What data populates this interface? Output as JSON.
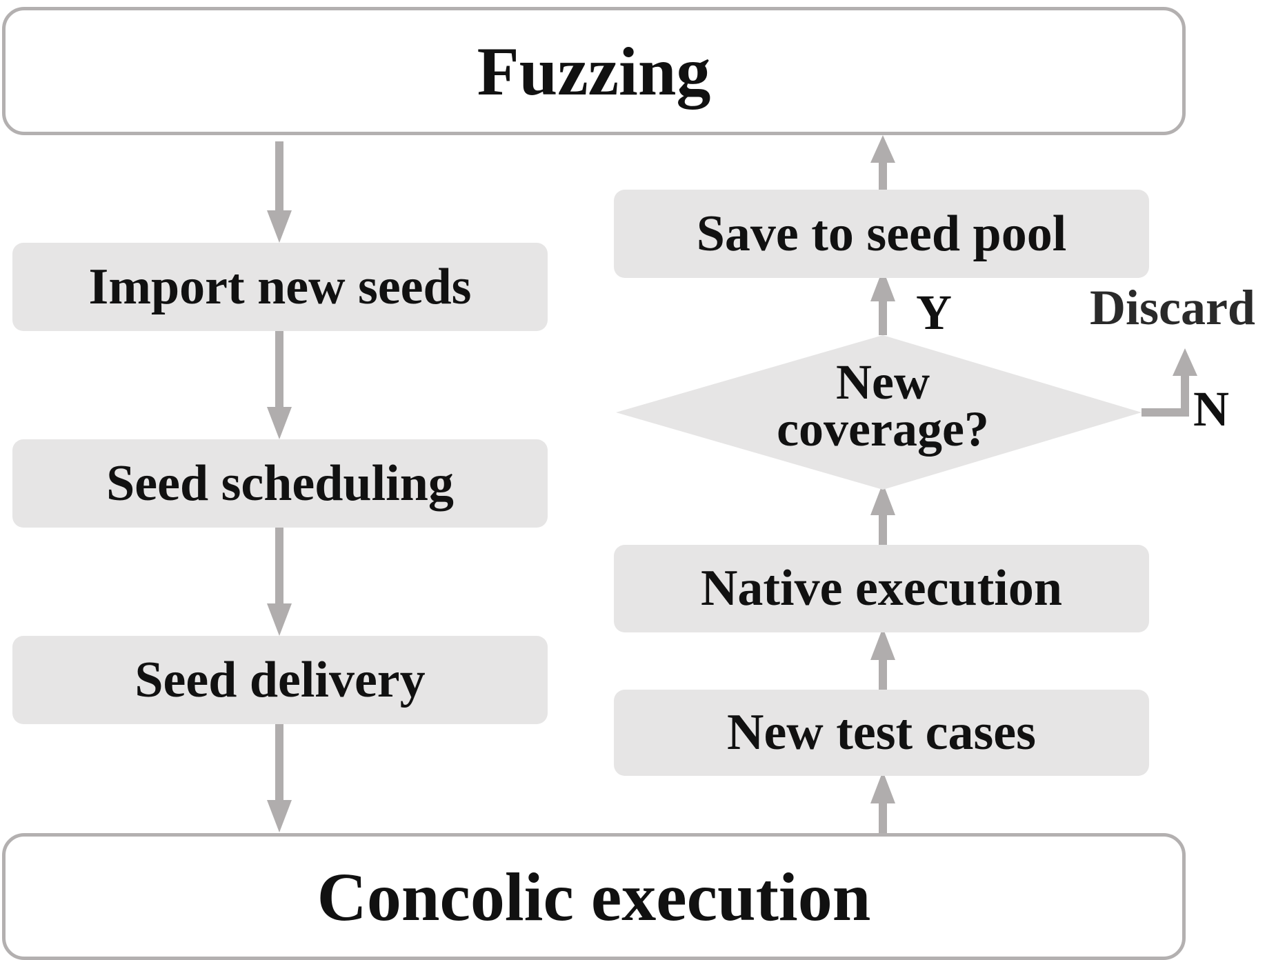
{
  "diagram": {
    "fuzzing_label": "Fuzzing",
    "concolic_label": "Concolic execution",
    "left_column": {
      "import_label": "Import new seeds",
      "scheduling_label": "Seed scheduling",
      "delivery_label": "Seed delivery"
    },
    "right_column": {
      "save_label": "Save to seed pool",
      "decision_line1": "New",
      "decision_line2": "coverage?",
      "native_label": "Native execution",
      "test_cases_label": "New test cases",
      "yes_label": "Y",
      "no_label": "N",
      "discard_label": "Discard"
    },
    "colors": {
      "frame_border": "#b3b0b0",
      "box_fill": "#e6e5e5",
      "arrow": "#b0adad",
      "text": "#111111"
    }
  }
}
